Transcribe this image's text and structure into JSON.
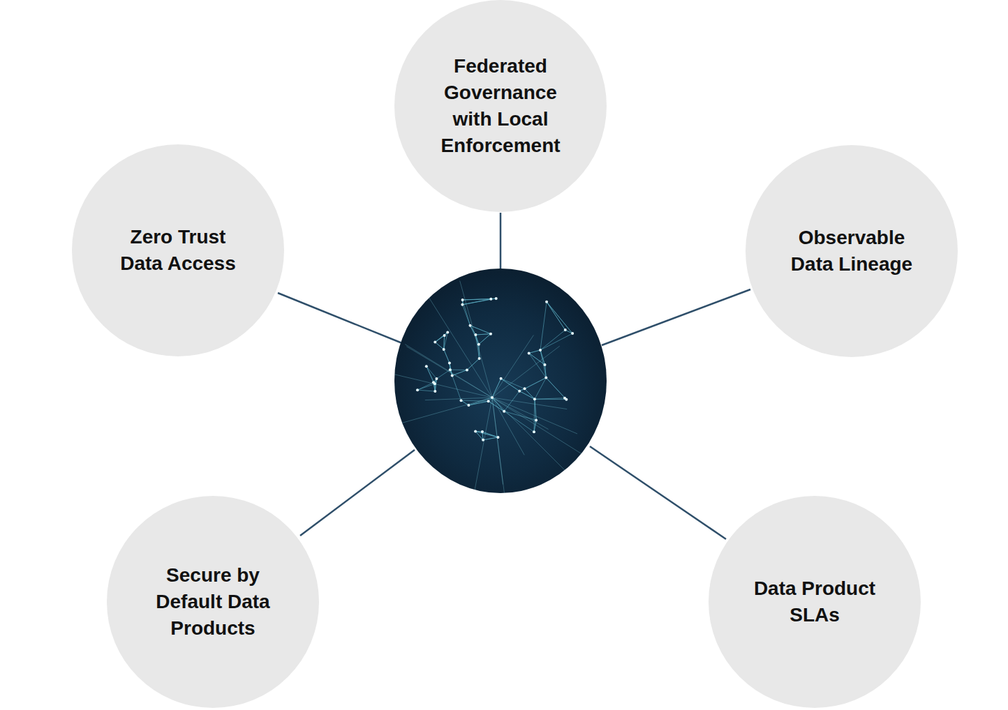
{
  "diagram": {
    "nodes": [
      {
        "text": [
          "Federated Governance with Local Enforcement"
        ]
      },
      {
        "text": [
          "Zero Trust Data Access"
        ]
      },
      {
        "text": [
          "Observable Data Lineage"
        ]
      },
      {
        "text": [
          "Secure by Default Data Products"
        ]
      },
      {
        "text": [
          "Data Product SLAs"
        ]
      }
    ]
  }
}
